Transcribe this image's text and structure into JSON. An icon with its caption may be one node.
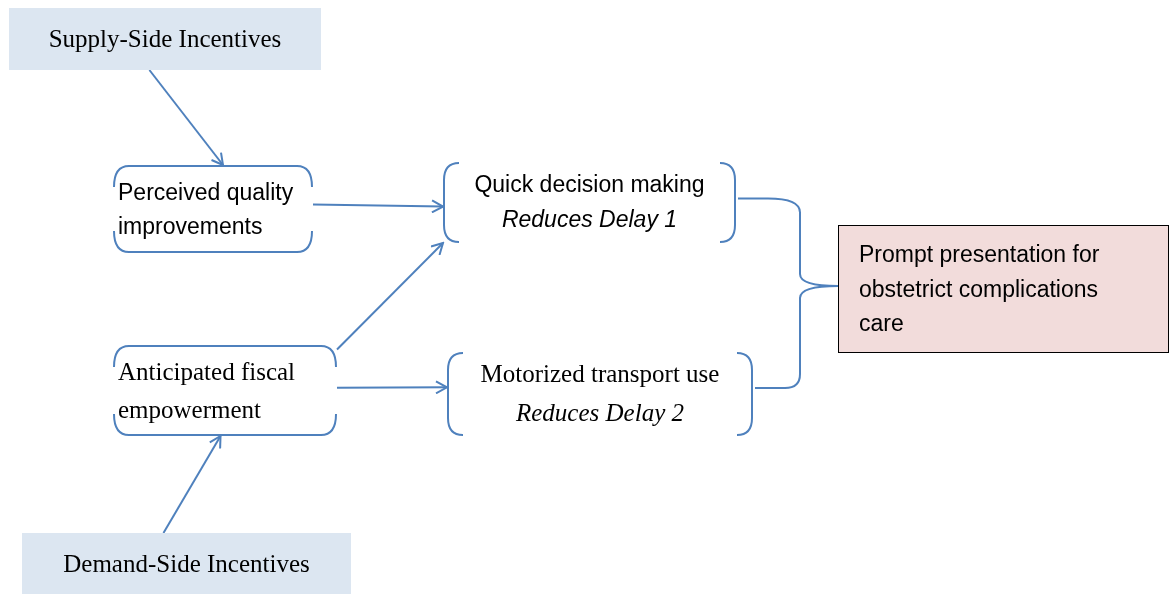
{
  "diagram": {
    "nodes": [
      {
        "text": [
          "Supply-Side Incentives"
        ]
      },
      {
        "text": [
          "Perceived quality improvements"
        ]
      },
      {
        "text": [
          "Anticipated fiscal empowerment"
        ]
      },
      {
        "text": [
          "Demand-Side Incentives"
        ]
      },
      {
        "text": [
          "Quick decision making",
          "Reduces Delay 1"
        ]
      },
      {
        "text": [
          "Motorized transport use",
          "Reduces Delay 2"
        ]
      },
      {
        "text": [
          "Prompt presentation for obstetrict complications care"
        ]
      }
    ],
    "edges": [
      {
        "from": 0,
        "to": 1,
        "arrow": "to"
      },
      {
        "from": 1,
        "to": 4,
        "arrow": "to"
      },
      {
        "from": 2,
        "to": 4,
        "arrow": "to"
      },
      {
        "from": 2,
        "to": 5,
        "arrow": "to"
      },
      {
        "from": 3,
        "to": 2,
        "arrow": "to"
      },
      {
        "from": 4,
        "to": 6,
        "arrow": "none"
      },
      {
        "from": 5,
        "to": 6,
        "arrow": "none"
      }
    ]
  }
}
